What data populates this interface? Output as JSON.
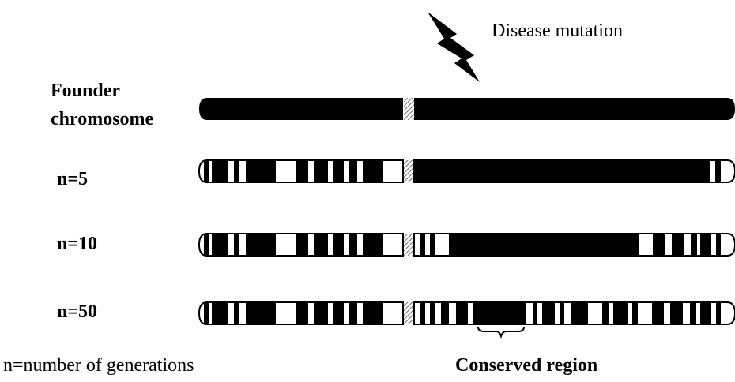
{
  "annotation": {
    "mutation_label": "Disease mutation"
  },
  "rows": [
    {
      "label_line1": "Founder",
      "label_line2": "chromosome"
    },
    {
      "label": "n=5"
    },
    {
      "label": "n=10"
    },
    {
      "label": "n=50"
    }
  ],
  "legend": {
    "generations_note": "n=number of generations",
    "conserved_label": "Conserved region"
  },
  "colors": {
    "ancestral_segment": "#000000",
    "recombined_segment": "#ffffff",
    "centromere": "#9a9a9a"
  }
}
